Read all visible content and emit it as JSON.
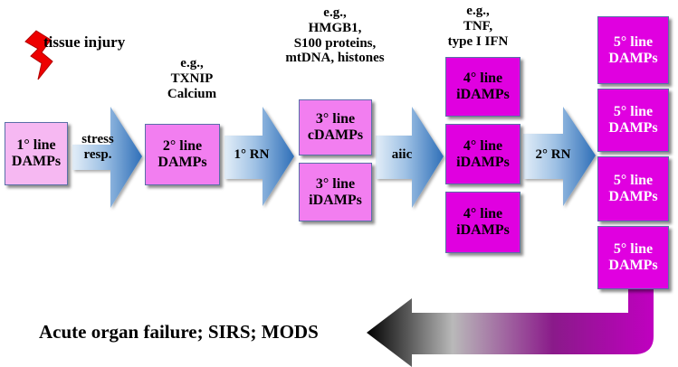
{
  "trigger": {
    "label": "tissue injury"
  },
  "box_1": {
    "line1": "1° line",
    "line2": "DAMPs"
  },
  "arrow_stress": {
    "line1": "stress",
    "line2": "resp."
  },
  "examples_2": {
    "line1": "e.g.,",
    "line2": "TXNIP",
    "line3": "Calcium"
  },
  "box_2": {
    "line1": "2° line",
    "line2": "DAMPs"
  },
  "arrow_rn1": {
    "label": "1° RN"
  },
  "examples_3": {
    "line1": "e.g.,",
    "line2": "HMGB1,",
    "line3": "S100 proteins,",
    "line4": "mtDNA, histones"
  },
  "box_3c": {
    "line1": "3° line",
    "line2": "cDAMPs"
  },
  "box_3i": {
    "line1": "3° line",
    "line2": "iDAMPs"
  },
  "arrow_aiic": {
    "label": "aiic"
  },
  "examples_4": {
    "line1": "e.g.,",
    "line2": "TNF,",
    "line3": "type I IFN"
  },
  "boxes_4": [
    {
      "line1": "4° line",
      "line2": "iDAMPs"
    },
    {
      "line1": "4° line",
      "line2": "iDAMPs"
    },
    {
      "line1": "4° line",
      "line2": "iDAMPs"
    }
  ],
  "arrow_rn2": {
    "label": "2° RN"
  },
  "boxes_5": [
    {
      "line1": "5° line",
      "line2": "DAMPs"
    },
    {
      "line1": "5° line",
      "line2": "DAMPs"
    },
    {
      "line1": "5° line",
      "line2": "DAMPs"
    },
    {
      "line1": "5° line",
      "line2": "DAMPs"
    }
  ],
  "outcome": {
    "label": "Acute organ failure; SIRS; MODS"
  },
  "colors": {
    "box_light_pink": "#f6b8f2",
    "box_pink": "#f27ef0",
    "box_magenta": "#e000e0",
    "box_border": "#5a6fa8",
    "arrow_light": "#dbe8f5",
    "arrow_dark": "#2f6fb8",
    "bolt": "#ee0000",
    "return_arrow": "#b400b4"
  }
}
